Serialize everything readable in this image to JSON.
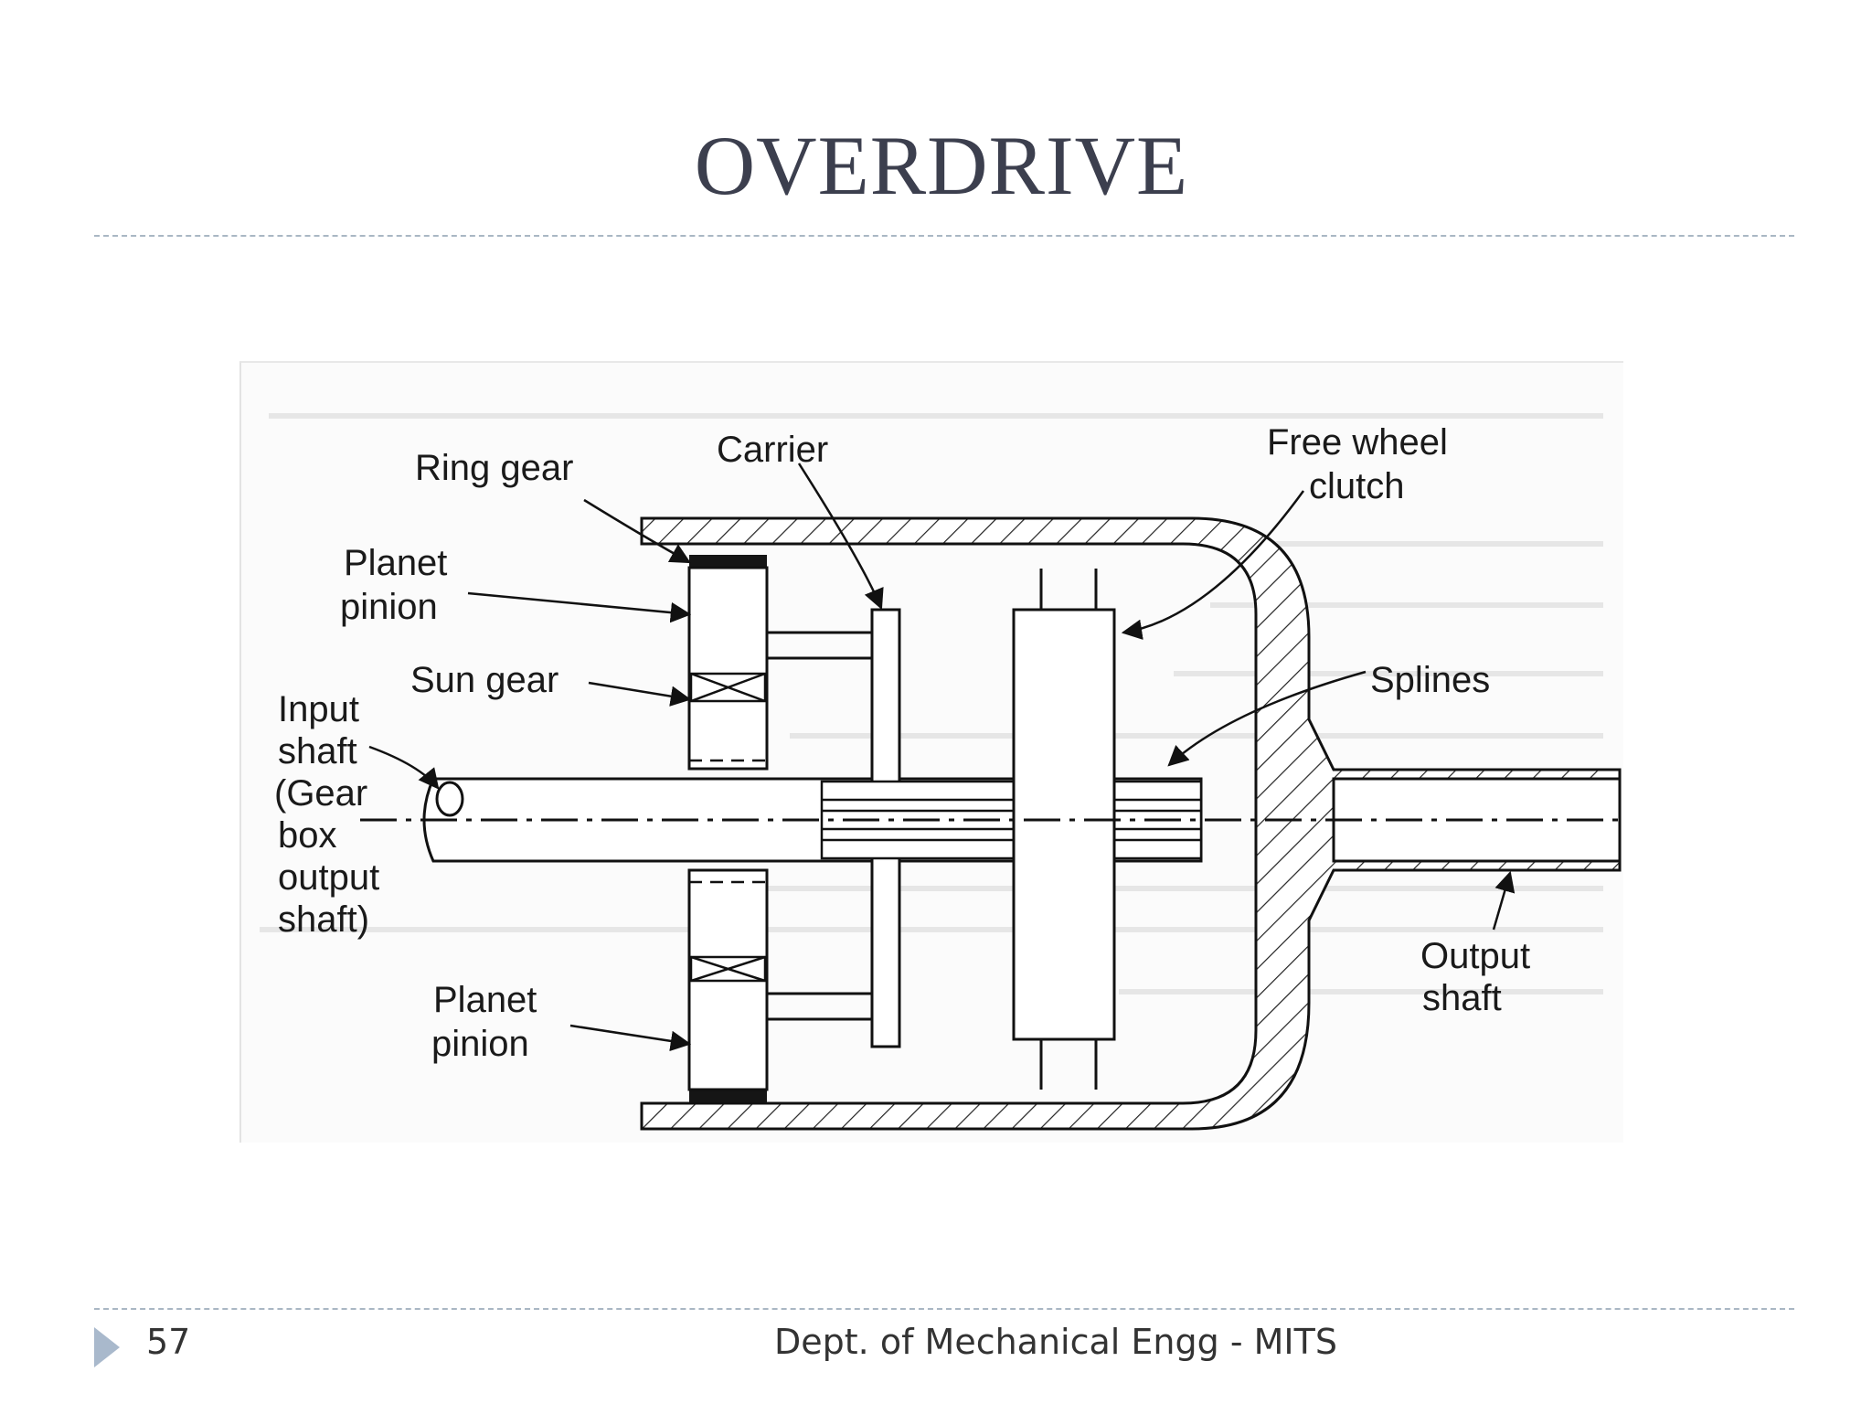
{
  "slide": {
    "title": "OVERDRIVE",
    "page_number": "57",
    "footer": "Dept. of Mechanical Engg - MITS"
  },
  "diagram": {
    "labels": {
      "ring_gear": "Ring gear",
      "carrier": "Carrier",
      "free_wheel_clutch_line1": "Free wheel",
      "free_wheel_clutch_line2": "clutch",
      "planet_pinion_top_line1": "Planet",
      "planet_pinion_top_line2": "pinion",
      "sun_gear": "Sun gear",
      "splines": "Splines",
      "input_shaft_line1": "Input",
      "input_shaft_line2": "shaft",
      "input_shaft_line3": "(Gear",
      "input_shaft_line4": "box",
      "input_shaft_line5": "output",
      "input_shaft_line6": "shaft)",
      "planet_pinion_bottom_line1": "Planet",
      "planet_pinion_bottom_line2": "pinion",
      "output_shaft_line1": "Output",
      "output_shaft_line2": "shaft"
    }
  }
}
